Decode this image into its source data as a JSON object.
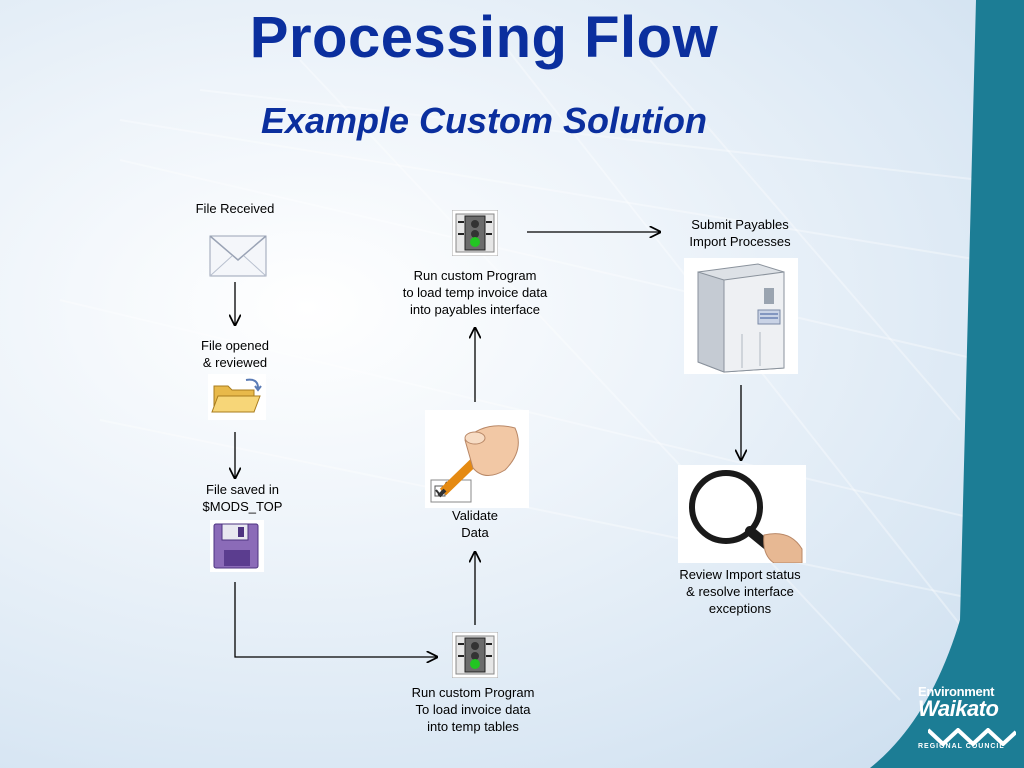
{
  "slide": {
    "title": "Processing Flow",
    "subtitle": "Example  Custom Solution"
  },
  "steps": {
    "file_received": "File Received",
    "file_opened": "File opened\n& reviewed",
    "file_saved": "File saved in\n$MODS_TOP",
    "run_temp": "Run custom Program\nTo load invoice data\ninto temp tables",
    "validate": "Validate\nData",
    "run_interface": "Run custom Program\nto load  temp invoice data\ninto payables interface",
    "submit_import": "Submit Payables\nImport Processes",
    "review_status": "Review Import status\n& resolve interface\nexceptions"
  },
  "logo": {
    "line1": "Environment",
    "line2": "Waikato",
    "line3": "REGIONAL COUNCIL"
  },
  "colors": {
    "title": "#0b2f9e",
    "teal": "#1c7d95"
  }
}
